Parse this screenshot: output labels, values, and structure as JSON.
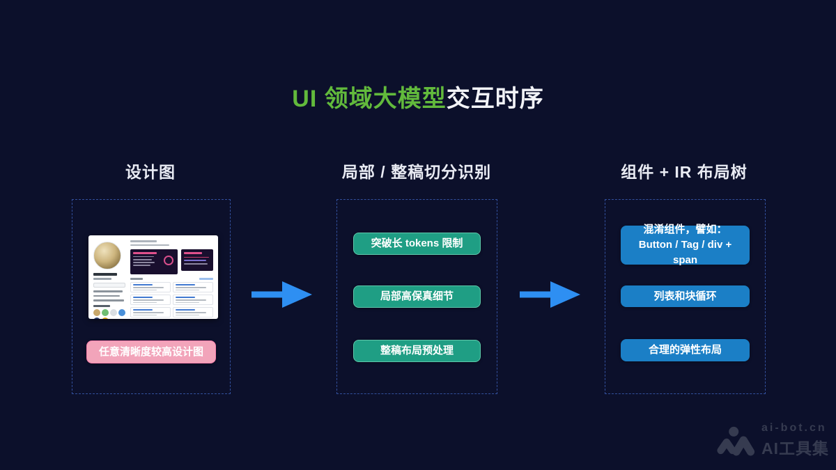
{
  "title": {
    "highlight": "UI 领域大模型",
    "suffix": "交互时序"
  },
  "columns": [
    {
      "header": "设计图",
      "caption": "任意清晰度较高设计图"
    },
    {
      "header": "局部 / 整稿切分识别",
      "items": [
        "突破长 tokens 限制",
        "局部高保真细节",
        "整稿布局预处理"
      ]
    },
    {
      "header": "组件 + IR 布局树",
      "items": [
        "混淆组件，譬如：Button / Tag / div + span",
        "列表和块循环",
        "合理的弹性布局"
      ]
    }
  ],
  "watermark": {
    "domain": "ai-bot.cn",
    "name": "AI工具集"
  },
  "colors": {
    "background": "#0c102b",
    "title_highlight": "#62ba3c",
    "dashed_border": "#33509e",
    "green_pill": "#1f9e84",
    "blue_pill": "#1b7fc6",
    "pink_pill": "#f2a4ba",
    "arrow": "#2e8ff2",
    "watermark_gray": "#363b50"
  }
}
